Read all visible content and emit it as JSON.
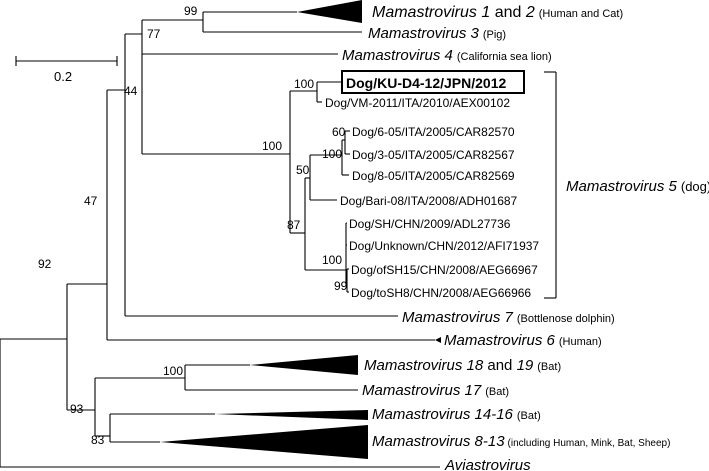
{
  "scale_bar": {
    "label": "0.2"
  },
  "leaves": {
    "mam12": {
      "name": "Mamastrovirus 1",
      "joiner": " and ",
      "name2": "2",
      "host": "(Human and Cat)"
    },
    "mam3": {
      "name": "Mamastrovirus 3",
      "host": "(Pig)"
    },
    "mam4": {
      "name": "Mamastrovirus 4",
      "host": "(California sea lion)"
    },
    "query": {
      "name": "Dog/KU-D4-12/JPN/2012"
    },
    "vm": {
      "name": "Dog/VM-2011/ITA/2010/AEX00102"
    },
    "d605": {
      "name": "Dog/6-05/ITA/2005/CAR82570"
    },
    "d305": {
      "name": "Dog/3-05/ITA/2005/CAR82567"
    },
    "d805": {
      "name": "Dog/8-05/ITA/2005/CAR82569"
    },
    "bari": {
      "name": "Dog/Bari-08/ITA/2008/ADH01687"
    },
    "sh": {
      "name": "Dog/SH/CHN/2009/ADL27736"
    },
    "unk": {
      "name": "Dog/Unknown/CHN/2012/AFI71937"
    },
    "ofsh15": {
      "name": "Dog/ofSH15/CHN/2008/AEG66967"
    },
    "tosh8": {
      "name": "Dog/toSH8/CHN/2008/AEG66966"
    },
    "mam7": {
      "name": "Mamastrovirus 7",
      "host": "(Bottlenose dolphin)"
    },
    "mam6": {
      "name": "Mamastrovirus 6",
      "host": "(Human)"
    },
    "mam1819": {
      "name": "Mamastrovirus 18",
      "joiner": " and ",
      "name2": "19",
      "host": "(Bat)"
    },
    "mam17": {
      "name": "Mamastrovirus 17",
      "host": "(Bat)"
    },
    "mam1416": {
      "name": "Mamastrovirus 14-16",
      "host": "(Bat)"
    },
    "mam813": {
      "name": "Mamastrovirus 8-13",
      "host": "(including Human, Mink, Bat, Sheep)"
    },
    "avi": {
      "name": "Aviastrovirus"
    }
  },
  "clade_label": {
    "name": "Mamastrovirus 5",
    "host": "(dog)"
  },
  "bootstrap": {
    "b99top": "99",
    "b77": "77",
    "b44": "44",
    "b100q": "100",
    "b100dog": "100",
    "b60": "60",
    "b100ita": "100",
    "b50": "50",
    "b87": "87",
    "b100chn": "100",
    "b99chn": "99",
    "b47": "47",
    "b92": "92",
    "b100bat": "100",
    "b93": "93",
    "b83": "83"
  }
}
